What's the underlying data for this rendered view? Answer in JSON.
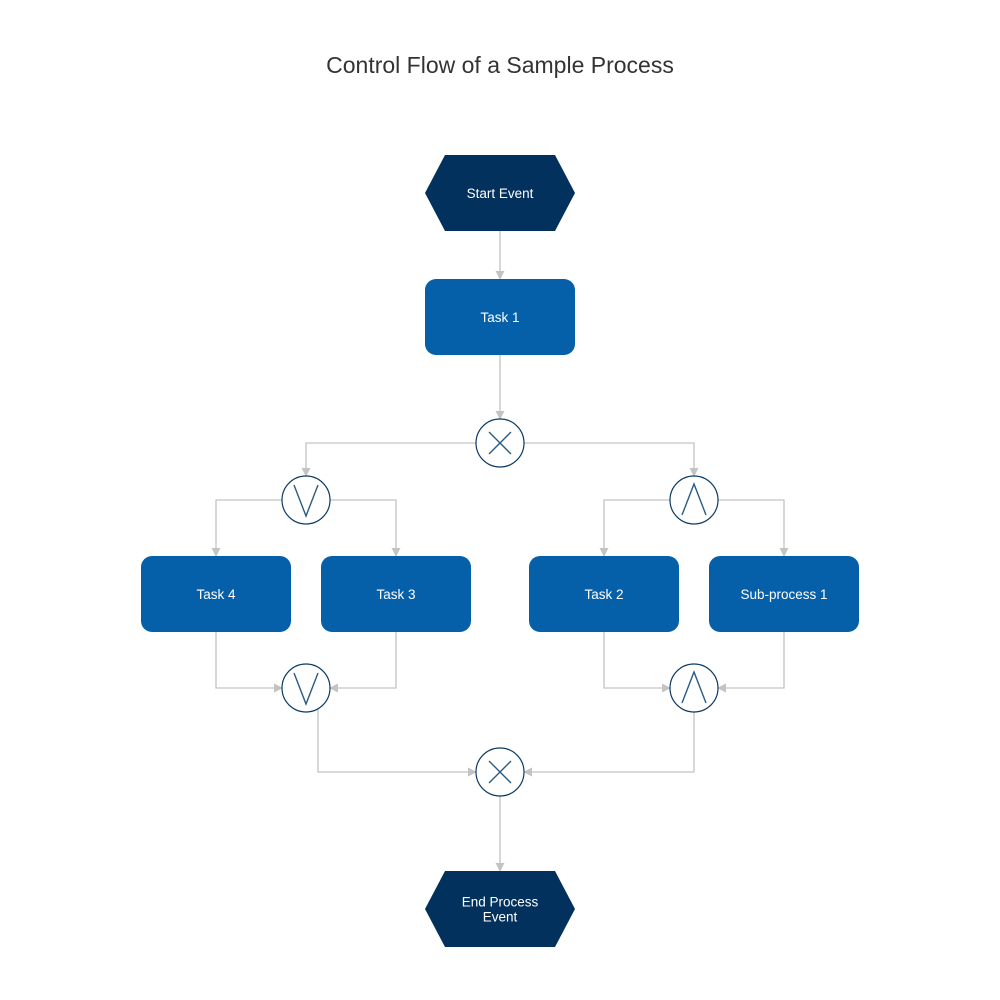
{
  "diagram": {
    "title": "Control Flow of a Sample Process",
    "colors": {
      "event": "#01315c",
      "task": "#0660a9",
      "edge": "#c3c3c3",
      "gateway_stroke": "#0b3a63",
      "gateway_symbol": "#2a5b85",
      "title_text": "#333333",
      "node_text": "#ffffff"
    },
    "nodes": [
      {
        "id": "start",
        "kind": "event",
        "label": "Start Event"
      },
      {
        "id": "task1",
        "kind": "task",
        "label": "Task 1"
      },
      {
        "id": "xor_split",
        "kind": "gateway",
        "symbol": "xor"
      },
      {
        "id": "or_split",
        "kind": "gateway",
        "symbol": "or"
      },
      {
        "id": "and_split",
        "kind": "gateway",
        "symbol": "and"
      },
      {
        "id": "task4",
        "kind": "task",
        "label": "Task 4"
      },
      {
        "id": "task3",
        "kind": "task",
        "label": "Task 3"
      },
      {
        "id": "task2",
        "kind": "task",
        "label": "Task 2"
      },
      {
        "id": "sub1",
        "kind": "task",
        "label": "Sub-process 1"
      },
      {
        "id": "or_join",
        "kind": "gateway",
        "symbol": "or"
      },
      {
        "id": "and_join",
        "kind": "gateway",
        "symbol": "and"
      },
      {
        "id": "xor_join",
        "kind": "gateway",
        "symbol": "xor"
      },
      {
        "id": "end",
        "kind": "event",
        "label": "End Process\nEvent"
      }
    ],
    "edges": [
      {
        "from": "start",
        "to": "task1"
      },
      {
        "from": "task1",
        "to": "xor_split"
      },
      {
        "from": "xor_split",
        "to": "or_split"
      },
      {
        "from": "xor_split",
        "to": "and_split"
      },
      {
        "from": "or_split",
        "to": "task4"
      },
      {
        "from": "or_split",
        "to": "task3"
      },
      {
        "from": "and_split",
        "to": "task2"
      },
      {
        "from": "and_split",
        "to": "sub1"
      },
      {
        "from": "task4",
        "to": "or_join"
      },
      {
        "from": "task3",
        "to": "or_join"
      },
      {
        "from": "task2",
        "to": "and_join"
      },
      {
        "from": "sub1",
        "to": "and_join"
      },
      {
        "from": "or_join",
        "to": "xor_join"
      },
      {
        "from": "and_join",
        "to": "xor_join"
      },
      {
        "from": "xor_join",
        "to": "end"
      }
    ]
  }
}
